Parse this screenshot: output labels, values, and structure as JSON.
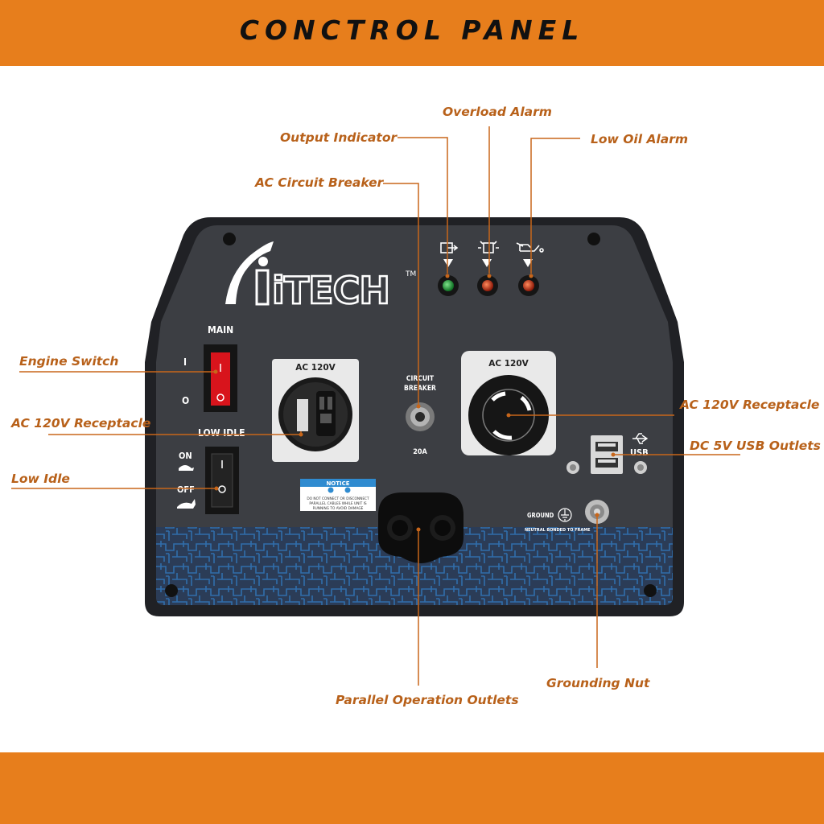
{
  "header": {
    "title": "CONCTROL PANEL"
  },
  "brand": {
    "logo_text": "iTECH",
    "trademark": "TM"
  },
  "callouts": {
    "overload_alarm": "Overload Alarm",
    "output_indicator": "Output Indicator",
    "low_oil_alarm": "Low Oil Alarm",
    "ac_circuit_breaker": "AC Circuit Breaker",
    "engine_switch": "Engine Switch",
    "ac_120v_receptacle_left": "AC 120V Receptacle",
    "low_idle": "Low Idle",
    "ac_120v_receptacle_right": "AC 120V Receptacle",
    "dc_5v_usb_outlets": "DC 5V USB Outlets",
    "parallel_operation_outlets": "Parallel Operation Outlets",
    "grounding_nut": "Grounding Nut"
  },
  "panel_labels": {
    "main": "MAIN",
    "switch_on": "I",
    "switch_off": "O",
    "low_idle": "LOW IDLE",
    "idle_on": "ON",
    "idle_off": "OFF",
    "ac_120v_left": "AC 120V",
    "ac_120v_right": "AC 120V",
    "circuit": "CIRCUIT",
    "breaker": "BREAKER",
    "breaker_rating": "20A",
    "usb": "USB",
    "ground": "GROUND",
    "neutral_bonded": "NEUTRAL BONDED TO FRAME",
    "notice_title": "NOTICE",
    "notice_body_1": "DO NOT CONNECT OR DISCONNECT",
    "notice_body_2": "PARALLEL CABLES WHILE UNIT IS",
    "notice_body_3": "RUNNING TO AVOID DAMAGE"
  },
  "colors": {
    "banner": "#e77e1c",
    "callout_text": "#b8611a",
    "leader_line": "#c8661a",
    "panel": "#3b3d42",
    "circuit_pattern": "#1e3f6e",
    "switch_red": "#d8141c",
    "indicator_green": "#1ea23a",
    "indicator_red": "#d8301c"
  }
}
